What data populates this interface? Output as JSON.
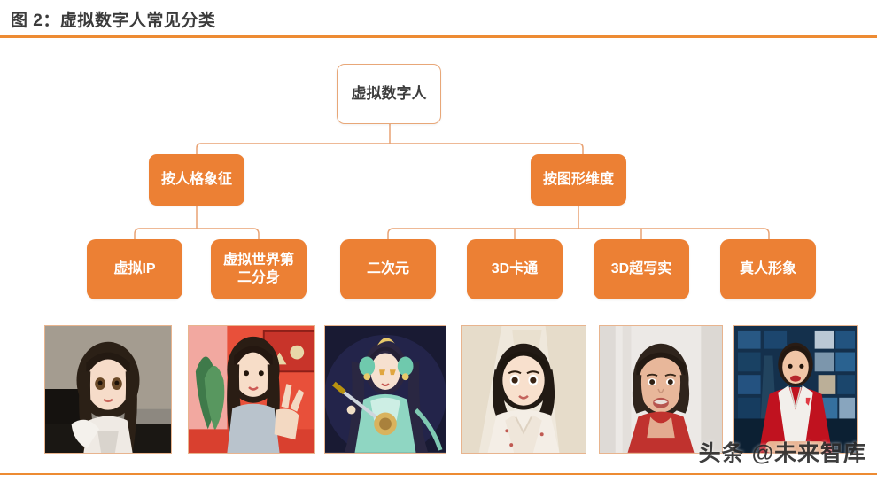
{
  "header": {
    "title": "图 2：虚拟数字人常见分类",
    "rule_color": "#ED8B33"
  },
  "colors": {
    "orange_fill": "#EC8034",
    "orange_border": "#E8A778",
    "connector": "#E9A273",
    "title_text": "#3b3b3b",
    "node_text": "#ffffff",
    "root_text": "#3d3d3d"
  },
  "diagram": {
    "type": "tree",
    "root": {
      "label": "虚拟数字人",
      "style": "outlined"
    },
    "branches": [
      {
        "label": "按人格象征",
        "children": [
          {
            "label": "虚拟IP"
          },
          {
            "label_line1": "虚拟世界第",
            "label_line2": "二分身"
          }
        ]
      },
      {
        "label": "按图形维度",
        "children": [
          {
            "label": "二次元"
          },
          {
            "label": "3D卡通"
          },
          {
            "label": "3D超写实"
          },
          {
            "label": "真人形象"
          }
        ]
      }
    ]
  },
  "photos": [
    {
      "name": "photo-virtual-ip",
      "alt": "虚拟IP 形象示例"
    },
    {
      "name": "photo-second-avatar",
      "alt": "虚拟世界第二分身示例"
    },
    {
      "name": "photo-2d-anime",
      "alt": "二次元形象示例"
    },
    {
      "name": "photo-3d-cartoon",
      "alt": "3D卡通形象示例"
    },
    {
      "name": "photo-3d-hyperreal",
      "alt": "3D超写实形象示例"
    },
    {
      "name": "photo-real-person",
      "alt": "真人形象示例"
    }
  ],
  "watermark": {
    "text": "头条 @未来智库"
  }
}
